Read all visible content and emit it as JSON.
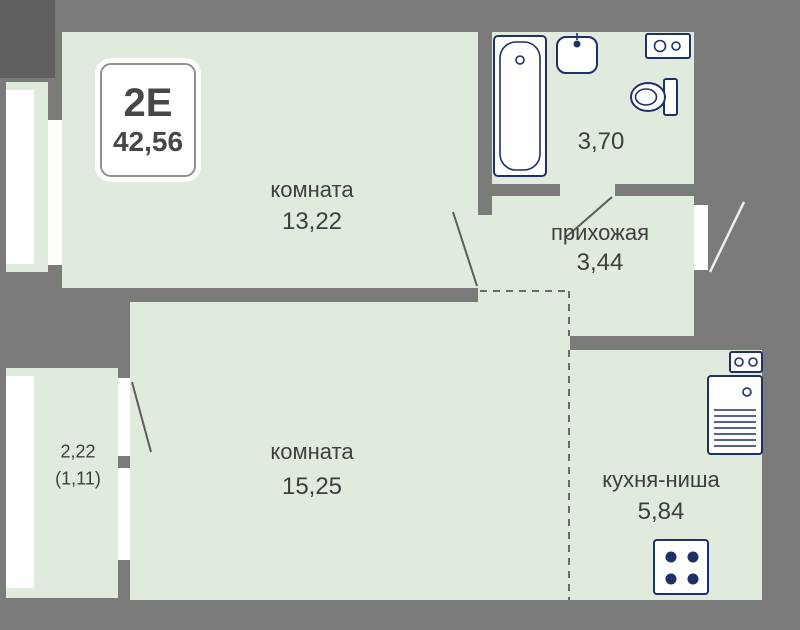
{
  "badge": {
    "type_label": "2Е",
    "total_area": "42,56"
  },
  "rooms": {
    "room_top": {
      "label": "комната",
      "area": "13,22"
    },
    "bathroom": {
      "area": "3,70"
    },
    "hallway": {
      "label": "прихожая",
      "area": "3,44"
    },
    "room_bottom": {
      "label": "комната",
      "area": "15,25"
    },
    "kitchen": {
      "label": "кухня-ниша",
      "area": "5,84"
    },
    "balcony": {
      "area_full": "2,22",
      "area_coefficient": "(1,11)"
    }
  },
  "icons": {
    "bathtub-icon": "rounded rect with inner basin and drain circle",
    "sink-icon": "rounded basin with faucet dot",
    "toilet-icon": "oval bowl with cistern rect",
    "washing-machine-icon": "small box with two circles",
    "kitchen-sink-icon": "rect with faucet circle and drainer lines",
    "cooktop-icon": "small box with two burner circles",
    "stove-icon": "square with four burner dots"
  },
  "colors": {
    "background": "#7b7b7b",
    "wall_dark": "#606060",
    "room_fill": "#e0ebdd",
    "window": "#ffffff",
    "fixture_stroke": "#1e3066",
    "text": "#3e3e3e",
    "dashed_line": "#6a6a6a",
    "door_leaf": "#5c5c5c",
    "door_leaf_light": "#efefef"
  }
}
